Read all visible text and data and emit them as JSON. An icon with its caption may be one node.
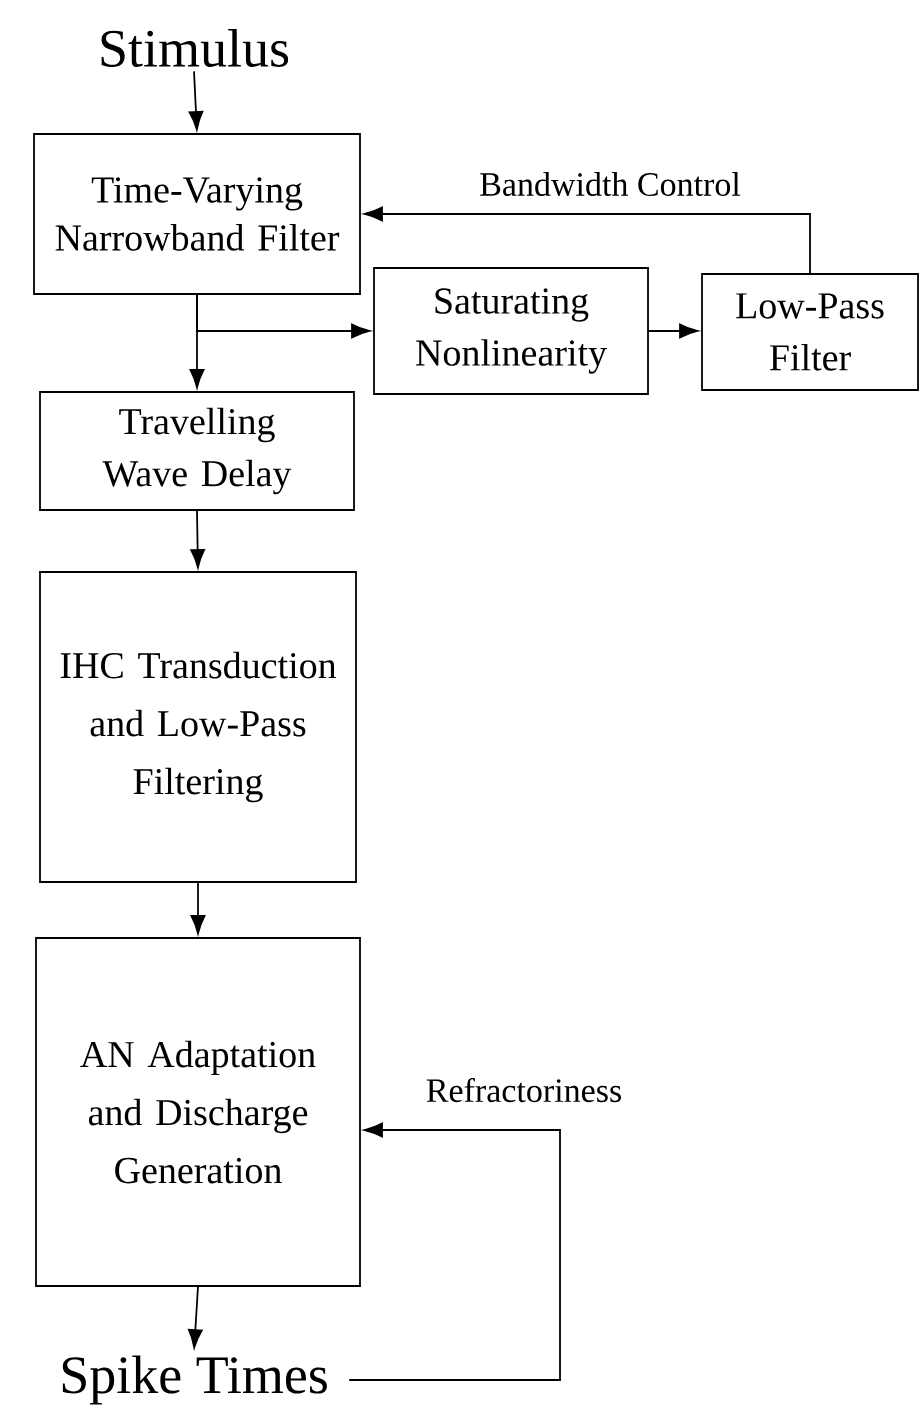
{
  "diagram": {
    "nodes": [
      {
        "text": [
          "Stimulus"
        ]
      },
      {
        "text": [
          "Time-Varying Narrowband Filter"
        ]
      },
      {
        "text": [
          "Saturating Nonlinearity"
        ]
      },
      {
        "text": [
          "Low-Pass Filter"
        ]
      },
      {
        "text": [
          "Travelling Wave Delay"
        ]
      },
      {
        "text": [
          "IHC Transduction and Low-Pass Filtering"
        ]
      },
      {
        "text": [
          "AN Adaptation and Discharge Generation"
        ]
      },
      {
        "text": [
          "Spike Times"
        ]
      }
    ],
    "edges": [
      {
        "from": 0,
        "to": 1,
        "arrow": "to"
      },
      {
        "from": 1,
        "to": 4,
        "arrow": "to"
      },
      {
        "from": 1,
        "to": 2,
        "arrow": "to"
      },
      {
        "from": 2,
        "to": 3,
        "arrow": "to"
      },
      {
        "from": 3,
        "to": 1,
        "arrow": "to",
        "label": "Bandwidth Control"
      },
      {
        "from": 4,
        "to": 5,
        "arrow": "to"
      },
      {
        "from": 5,
        "to": 6,
        "arrow": "to"
      },
      {
        "from": 6,
        "to": 7,
        "arrow": "to"
      },
      {
        "from": 7,
        "to": 6,
        "arrow": "to",
        "label": "Refractoriness"
      }
    ]
  }
}
